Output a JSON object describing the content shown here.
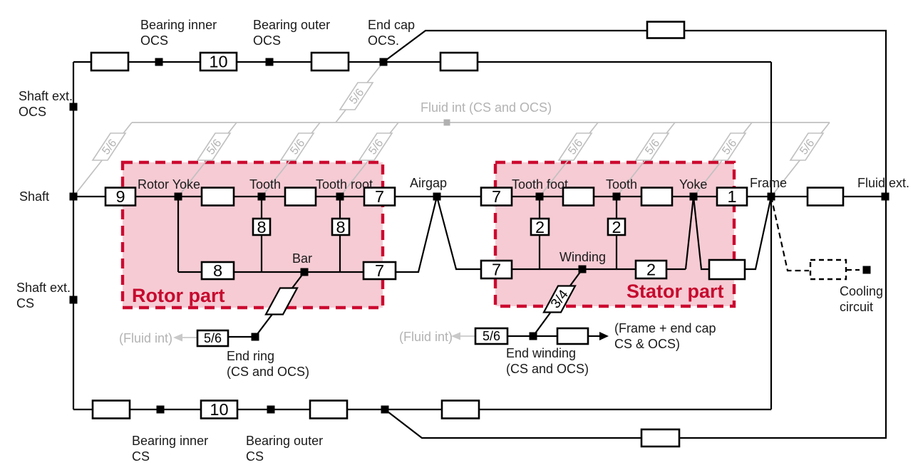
{
  "colors": {
    "pink_fill": "#f6cbd4",
    "red_accent": "#cb0a30",
    "gray": "#b3b3b3",
    "black": "#000000"
  },
  "labels": {
    "bearing_inner_ocs": [
      "Bearing inner",
      "OCS"
    ],
    "bearing_outer_ocs": [
      "Bearing outer",
      "OCS"
    ],
    "end_cap_ocs": [
      "End cap",
      "OCS."
    ],
    "shaft_ext_ocs": [
      "Shaft ext.",
      "OCS"
    ],
    "shaft": "Shaft",
    "shaft_ext_cs": [
      "Shaft ext.",
      "CS"
    ],
    "rotor_yoke": "Rotor Yoke",
    "rotor_tooth": "Tooth",
    "rotor_tooth_root": "Tooth root",
    "airgap": "Airgap",
    "stator_tooth_foot": "Tooth foot",
    "stator_tooth": "Tooth",
    "stator_yoke": "Yoke",
    "frame": "Frame",
    "fluid_ext": "Fluid ext.",
    "bar": "Bar",
    "winding": "Winding",
    "end_ring": [
      "End ring",
      "(CS and OCS)"
    ],
    "end_winding": [
      "End winding",
      "(CS and OCS)"
    ],
    "frame_end_cap": [
      "(Frame + end cap",
      "CS & OCS)"
    ],
    "cooling_circuit": [
      "Cooling",
      "circuit"
    ],
    "bearing_inner_cs": [
      "Bearing inner",
      "CS"
    ],
    "bearing_outer_cs": [
      "Bearing outer",
      "CS"
    ],
    "fluid_int_main": "Fluid int (CS and OCS)",
    "fluid_int_rotor": "(Fluid int)",
    "fluid_int_stator": "(Fluid int)",
    "rotor_part": "Rotor part",
    "stator_part": "Stator part"
  },
  "values": {
    "nine": "9",
    "ten": "10",
    "eight": "8",
    "seven": "7",
    "two": "2",
    "one": "1",
    "five_six": "5/6",
    "three_four": "3/4"
  }
}
